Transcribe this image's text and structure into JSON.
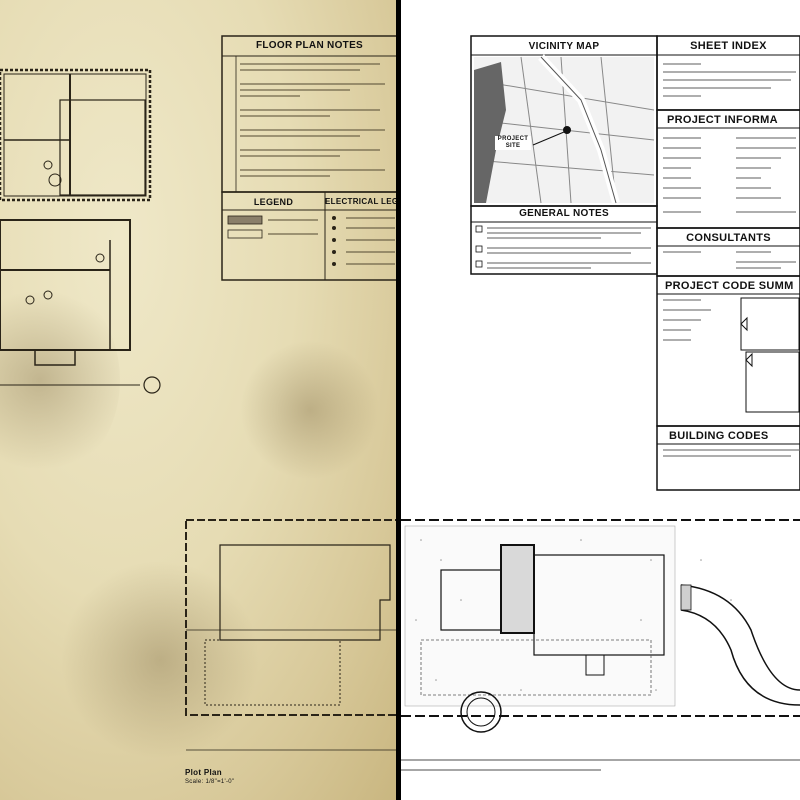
{
  "left": {
    "floor_plan_notes_title": "FLOOR PLAN NOTES",
    "legend_title": "LEGEND",
    "electrical_legend_title": "ELECTRICAL LEGEND",
    "plot_plan_title": "Plot Plan",
    "plot_plan_scale": "Scale: 1/8\"=1'-0\""
  },
  "right": {
    "vicinity_map_title": "VICINITY MAP",
    "sheet_index_title": "SHEET INDEX",
    "project_info_title": "PROJECT INFORMA",
    "general_notes_title": "GENERAL NOTES",
    "consultants_title": "CONSULTANTS",
    "code_summary_title": "PROJECT CODE SUMM",
    "building_codes_title": "BUILDING CODES",
    "project_site_label": "PROJECT SITE"
  },
  "colors": {
    "paper": "#e6dcb4",
    "ink": "#111111",
    "divider": "#000000"
  }
}
